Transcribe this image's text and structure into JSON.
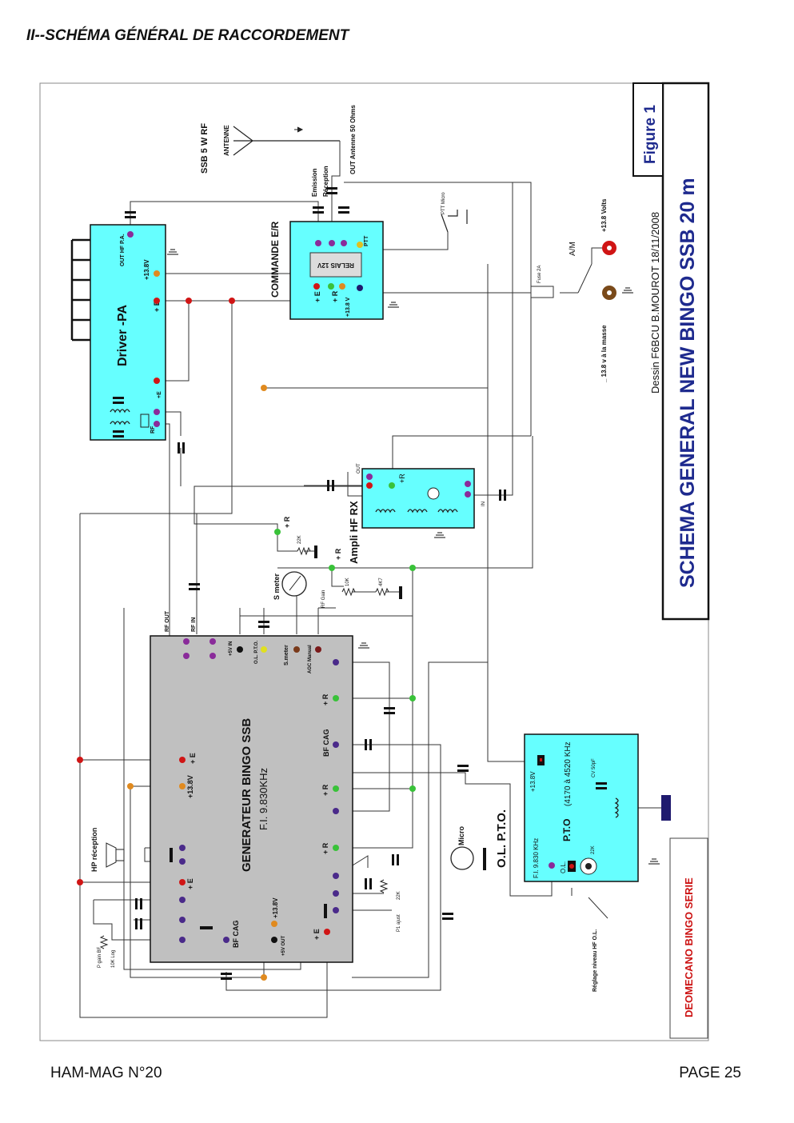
{
  "page": {
    "heading": "II--SCHÉMA GÉNÉRAL DE RACCORDEMENT",
    "footer_left": "HAM-MAG N°20",
    "footer_right": "PAGE 25"
  },
  "diagram": {
    "title": "SCHEMA GENERAL  NEW BINGO SSB 20 m",
    "figure": "Figure 1",
    "credit": "Dessin  F6BCU  B.MOUROT 18/11/2008",
    "brand": "DEOMECANO BINGO SERIE",
    "colors": {
      "board": "#66ffff",
      "generator": "#c0c0c0",
      "wire": "#333333",
      "red": "#d01515",
      "violet": "#8a2b9a",
      "green": "#39c239",
      "orange": "#e08a1f",
      "navy": "#1f1a6e",
      "frame_border": "#1e2a8e",
      "brand_red": "#cc1111"
    },
    "antenna": {
      "label1": "SSB 5 W RF",
      "label2": "ANTENNE",
      "out": "OUT  Antenne 50 Ohms",
      "emission": "Emission",
      "reception": "Réception"
    },
    "driver": {
      "title": "Driver -PA",
      "out_hf": "OUT HF P.A.",
      "v138": "+13.8V",
      "plus_e": "+ E",
      "plus_e2": "+E",
      "rf": "RF"
    },
    "relay": {
      "title": "COMMANDE E/R",
      "relay_label": "RELAIS 12V",
      "ptt": "PTT",
      "plus_e": "+ E",
      "plus_r": "+ R",
      "v138": "+13.8 V"
    },
    "ptt": {
      "label": "PTT Micro"
    },
    "power": {
      "fuse": "Fuse 2A",
      "am": "A/M",
      "plus": "+13.8 Volts",
      "minus": "_ 13.8 v à la masse"
    },
    "ampli": {
      "title": "Ampli HF RX",
      "out": "OUT",
      "in": "IN",
      "plus_r": "+R"
    },
    "smeter": {
      "label": "S meter",
      "plus_r": "+ R",
      "plus_r2": "+ R",
      "r22k": "22K",
      "r10k": "10K",
      "r4k7": "4K7",
      "rf_gain": "RF Gain"
    },
    "generator": {
      "title": "GENERATEUR BINGO SSB",
      "subtitle": "F.I. 9.830KHz",
      "rf_out": "RF OUT",
      "rf_in": "RF IN",
      "v5_in": "+5V IN",
      "ol_pto": "O.L. P.T.O.",
      "smeter": "S.meter",
      "agc": "AGC Manual",
      "plus_r1": "+ R",
      "bf_cag": "BF CAG",
      "plus_r2": "+ R",
      "plus_r3": "+ R",
      "plus_e_top": "+ E",
      "v138_left": "+13.8V",
      "plus_e_mid": "+ E",
      "v138_bottom": "+13.8V",
      "v5_out": "+5V OUT",
      "plus_e_bottom": "+ E",
      "bf_cag_bottom": "BF CAG",
      "p1": "P1 ajust",
      "r22k": "22K"
    },
    "hp": {
      "label": "HP réception",
      "p_gain": "P gain BF",
      "log": "10K Log"
    },
    "micro": {
      "label": "Micro"
    },
    "olpto": {
      "label": "O.L.  P.T.O."
    },
    "pto": {
      "title": "P.T.O",
      "range": "(4170 à 4520 KHz",
      "fi": "F.I. 9.830 KHz",
      "v138": "+13.8V",
      "cv": "CV 50pF",
      "ol": "O.L.",
      "r22k": "22K",
      "reglage": "Réglage niveau HF O.L."
    }
  }
}
